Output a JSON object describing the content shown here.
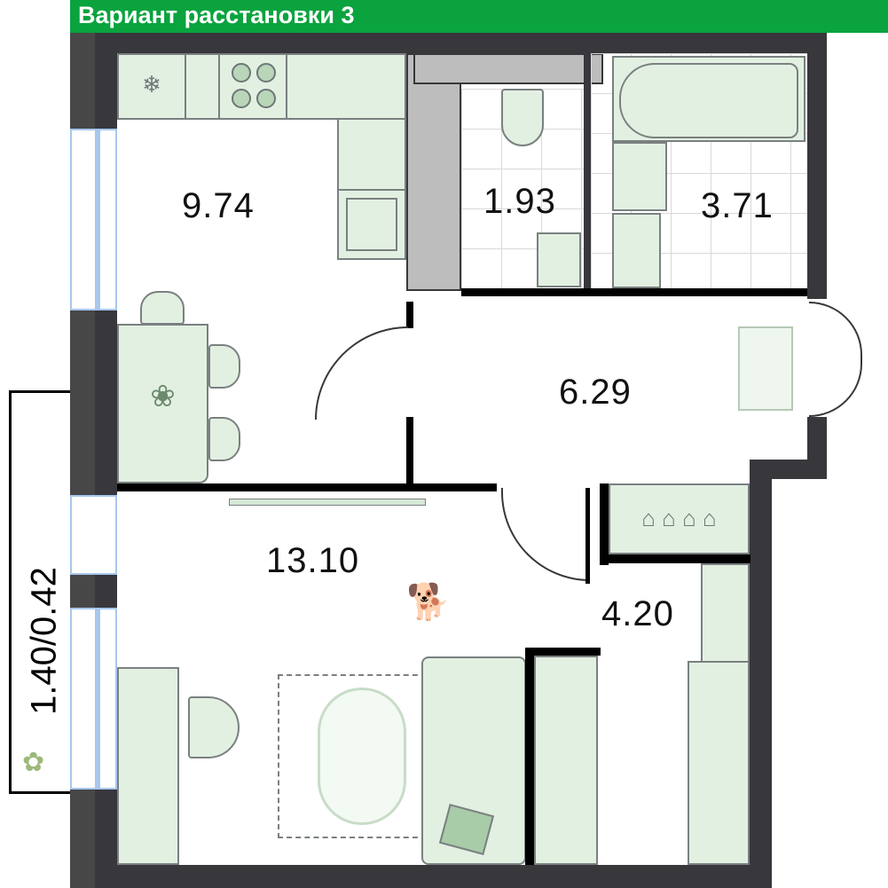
{
  "header": {
    "title": "Вариант расстановки 3",
    "color": "#0aa33e"
  },
  "rooms": [
    {
      "id": "kitchen",
      "area": "9.74"
    },
    {
      "id": "toilet",
      "area": "1.93"
    },
    {
      "id": "bathroom",
      "area": "3.71"
    },
    {
      "id": "hall",
      "area": "6.29"
    },
    {
      "id": "living",
      "area": "13.10"
    },
    {
      "id": "wardrobe",
      "area": "4.20"
    }
  ],
  "balcony": {
    "area": "1.40/0.42"
  },
  "icons": {
    "fridge": "❄",
    "hanger": "⌂"
  }
}
